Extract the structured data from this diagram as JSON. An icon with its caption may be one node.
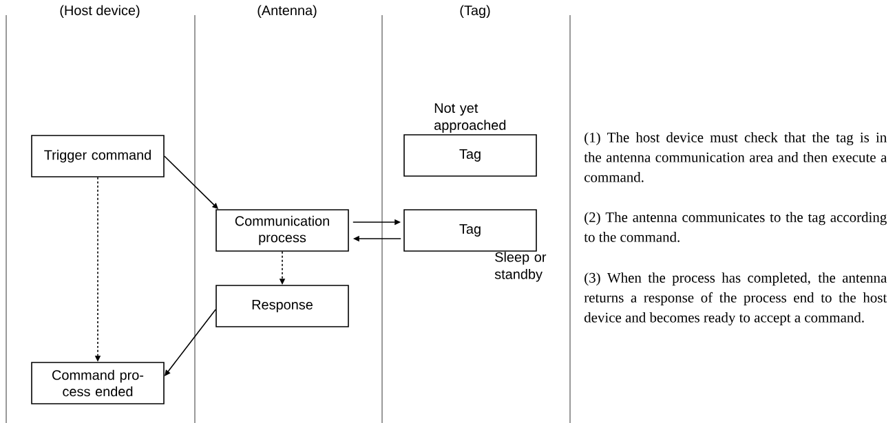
{
  "diagram": {
    "nodes": [
      {
        "text": [
          "Trigger command"
        ]
      },
      {
        "text": [
          "Tag"
        ],
        "beside": [
          "Not yet approached"
        ]
      },
      {
        "text": [
          "Communication process"
        ]
      },
      {
        "text": [
          "Tag"
        ],
        "beside": [
          "Sleep or standby"
        ]
      },
      {
        "text": [
          "Response"
        ]
      },
      {
        "text": [
          "Command pro- cess ended"
        ]
      }
    ],
    "edges": [
      {
        "from": 0,
        "to": 2,
        "arrow": "to"
      },
      {
        "from": 2,
        "to": 3,
        "arrow": "to"
      },
      {
        "from": 3,
        "to": 2,
        "arrow": "to"
      },
      {
        "from": 2,
        "to": 4,
        "arrow": "to",
        "style": "dashed"
      },
      {
        "from": 0,
        "to": 5,
        "arrow": "to",
        "style": "dashed"
      },
      {
        "from": 4,
        "to": 5,
        "arrow": "to"
      }
    ],
    "labels": [
      "(Host device)",
      "(Antenna)",
      "(Tag)",
      "(1) The host device must check that the tag is in the antenna communication area and then execute a command.",
      "(2) The antenna communicates to the tag according to the command.",
      "(3) When the process has completed, the antenna returns a response of the process end to the host device and becomes ready to accept a command."
    ]
  }
}
